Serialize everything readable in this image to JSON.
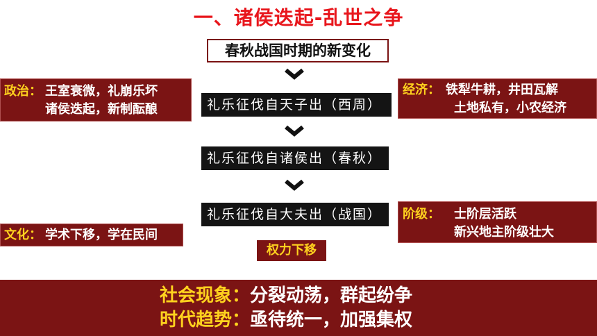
{
  "title": "一、诸侯迭起-乱世之争",
  "subtitle": "春秋战国时期的新变化",
  "flow": [
    "礼乐征伐自天子出（西周）",
    "礼乐征伐自诸侯出（春秋）",
    "礼乐征伐自大夫出（战国）"
  ],
  "politics": {
    "label": "政治：",
    "line1": "王室衰微，礼崩乐坏",
    "line2": "诸侯迭起，新制酝酿"
  },
  "economy": {
    "label": "经济：",
    "line1": "铁犁牛耕，井田瓦解",
    "line2": "土地私有，小农经济"
  },
  "class": {
    "label": "阶级：",
    "line1": "士阶层活跃",
    "line2": "新兴地主阶级壮大"
  },
  "culture": {
    "label": "文化：",
    "line1": "学术下移，学在民间"
  },
  "power_shift": "权力下移",
  "bottom": {
    "social_label": "社会现象：",
    "social_value": "分裂动荡，群起纷争",
    "trend_label": "时代趋势：",
    "trend_value": "亟待统一，加强集权"
  },
  "colors": {
    "title_red": "#e8161c",
    "dark_red": "#7b1414",
    "gold": "#ffd21e",
    "flow_black": "#141414"
  },
  "icons": [
    "chevron-down-icon"
  ]
}
